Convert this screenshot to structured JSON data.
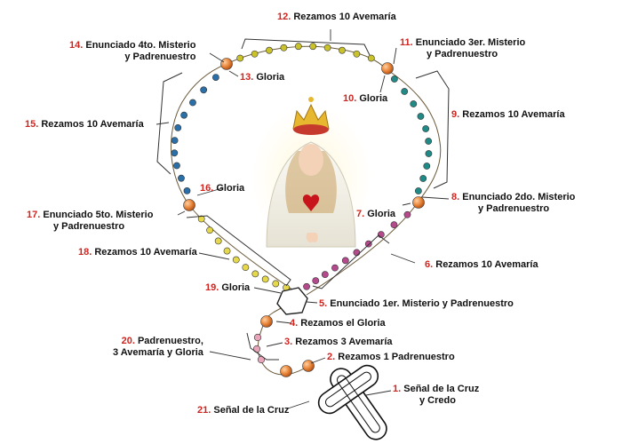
{
  "labels": [
    {
      "num": "1.",
      "text": "Señal de la Cruz",
      "text2": "y Credo"
    },
    {
      "num": "2.",
      "text": "Rezamos 1 Padrenuestro"
    },
    {
      "num": "3.",
      "text": "Rezamos 3 Avemaría"
    },
    {
      "num": "4.",
      "text": "Rezamos el Gloria"
    },
    {
      "num": "5.",
      "text": "Enunciado 1er. Misterio y Padrenuestro"
    },
    {
      "num": "6.",
      "text": "Rezamos 10 Avemaría"
    },
    {
      "num": "7.",
      "text": "Gloria"
    },
    {
      "num": "8.",
      "text": "Enunciado 2do. Misterio",
      "text2": "y Padrenuestro"
    },
    {
      "num": "9.",
      "text": "Rezamos 10 Avemaría"
    },
    {
      "num": "10.",
      "text": "Gloria"
    },
    {
      "num": "11.",
      "text": "Enunciado 3er. Misterio",
      "text2": "y Padrenuestro"
    },
    {
      "num": "12.",
      "text": "Rezamos 10 Avemaría"
    },
    {
      "num": "13.",
      "text": "Gloria"
    },
    {
      "num": "14.",
      "text": "Enunciado 4to. Misterio",
      "text2": "y Padrenuestro"
    },
    {
      "num": "15.",
      "text": "Rezamos 10 Avemaría"
    },
    {
      "num": "16.",
      "text": "Gloria"
    },
    {
      "num": "17.",
      "text": "Enunciado 5to. Misterio",
      "text2": "y Padrenuestro"
    },
    {
      "num": "18.",
      "text": "Rezamos 10 Avemaría"
    },
    {
      "num": "19.",
      "text": "Gloria"
    },
    {
      "num": "20.",
      "text": "Padrenuestro,",
      "text2": "3 Avemaría y Gloria"
    },
    {
      "num": "21.",
      "text": "Señal de la Cruz"
    }
  ],
  "colors": {
    "number": "#d0241f",
    "our_father_bead": "#e8853a",
    "decade_1": "#b44a8c",
    "decade_2": "#1f8a86",
    "decade_3": "#c9c22a",
    "decade_4": "#2b6fa8",
    "decade_5": "#e5d84a",
    "intro_beads": "#e8a4b8"
  }
}
